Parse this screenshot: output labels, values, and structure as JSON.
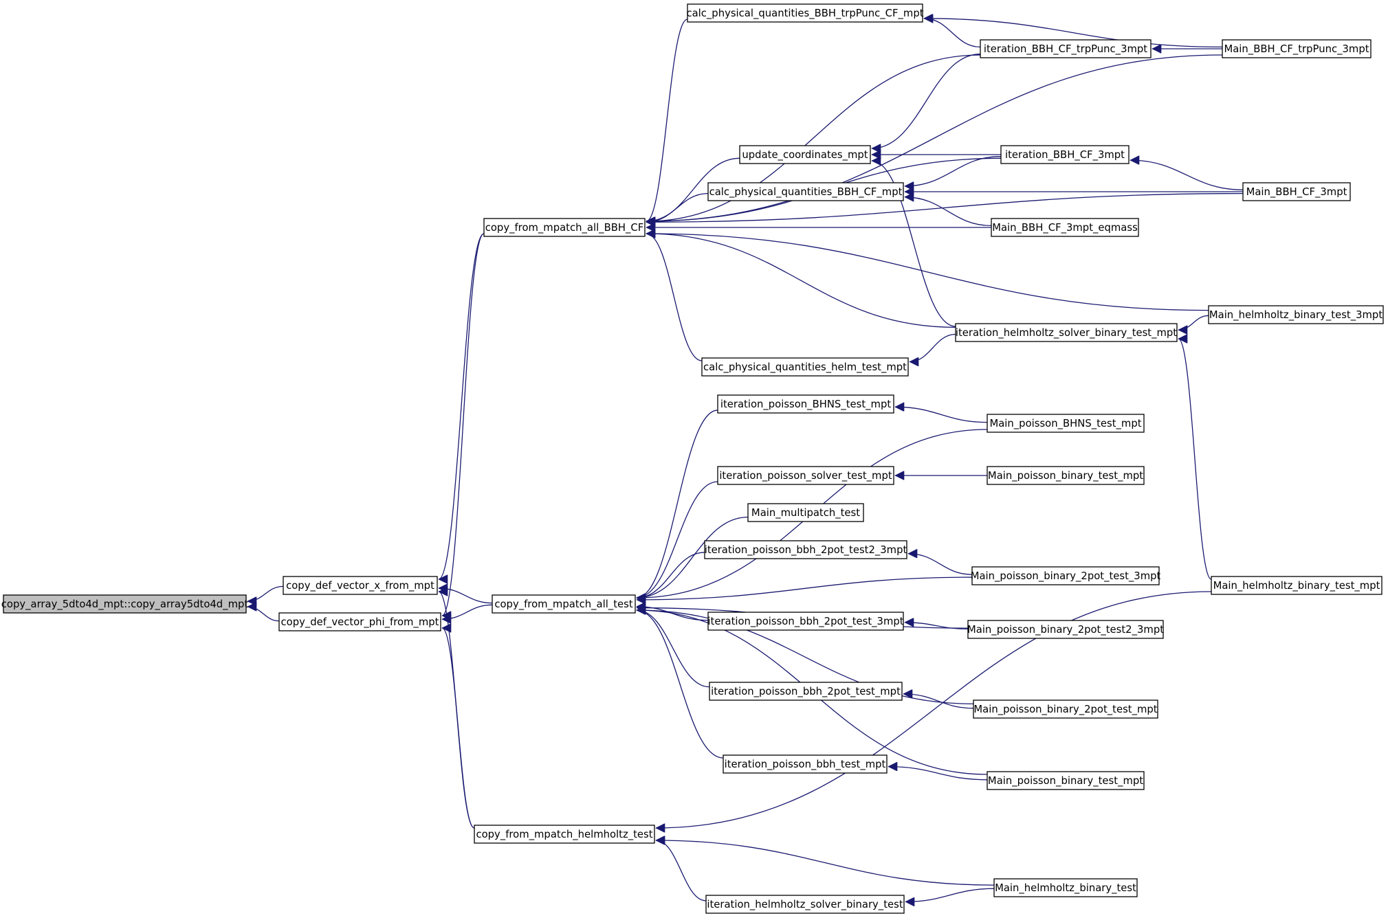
{
  "colors": {
    "edge": "#191970",
    "node_fill": "#ffffff",
    "node_border": "#000000",
    "root_fill": "#bfbfbf",
    "text": "#000000"
  },
  "nodes": [
    {
      "id": "root",
      "label": "copy_array_5dto4d_mpt::copy_array5dto4d_mpt",
      "root": true
    },
    {
      "id": "x_from",
      "label": "copy_def_vector_x_from_mpt"
    },
    {
      "id": "phi_from",
      "label": "copy_def_vector_phi_from_mpt"
    },
    {
      "id": "bbh_cf",
      "label": "copy_from_mpatch_all_BBH_CF"
    },
    {
      "id": "all_test",
      "label": "copy_from_mpatch_all_test"
    },
    {
      "id": "helm_test",
      "label": "copy_from_mpatch_helmholtz_test"
    },
    {
      "id": "calc_trp",
      "label": "calc_physical_quantities_BBH_trpPunc_CF_mpt"
    },
    {
      "id": "upd_coord",
      "label": "update_coordinates_mpt"
    },
    {
      "id": "calc_bbh",
      "label": "calc_physical_quantities_BBH_CF_mpt"
    },
    {
      "id": "calc_helm",
      "label": "calc_physical_quantities_helm_test_mpt"
    },
    {
      "id": "it_bhns",
      "label": "iteration_poisson_BHNS_test_mpt"
    },
    {
      "id": "it_solver",
      "label": "iteration_poisson_solver_test_mpt"
    },
    {
      "id": "main_multi",
      "label": "Main_multipatch_test"
    },
    {
      "id": "it_2pot2",
      "label": "iteration_poisson_bbh_2pot_test2_3mpt"
    },
    {
      "id": "it_2pot3",
      "label": "iteration_poisson_bbh_2pot_test_3mpt"
    },
    {
      "id": "it_2pot",
      "label": "iteration_poisson_bbh_2pot_test_mpt"
    },
    {
      "id": "it_bbh",
      "label": "iteration_poisson_bbh_test_mpt"
    },
    {
      "id": "it_helm_bin",
      "label": "iteration_helmholtz_solver_binary_test"
    },
    {
      "id": "it_trp",
      "label": "iteration_BBH_CF_trpPunc_3mpt"
    },
    {
      "id": "it_3mpt",
      "label": "iteration_BBH_CF_3mpt"
    },
    {
      "id": "main_eqmass",
      "label": "Main_BBH_CF_3mpt_eqmass"
    },
    {
      "id": "it_helm_mpt",
      "label": "iteration_helmholtz_solver_binary_test_mpt"
    },
    {
      "id": "main_bhns",
      "label": "Main_poisson_BHNS_test_mpt"
    },
    {
      "id": "main_pbin",
      "label": "Main_poisson_binary_test_mpt"
    },
    {
      "id": "main_2pot3",
      "label": "Main_poisson_binary_2pot_test_3mpt"
    },
    {
      "id": "main_2pot23",
      "label": "Main_poisson_binary_2pot_test2_3mpt"
    },
    {
      "id": "main_2pot",
      "label": "Main_poisson_binary_2pot_test_mpt"
    },
    {
      "id": "main_pbin2",
      "label": "Main_poisson_binary_test_mpt"
    },
    {
      "id": "main_helm_bin",
      "label": "Main_helmholtz_binary_test"
    },
    {
      "id": "main_trp",
      "label": "Main_BBH_CF_trpPunc_3mpt"
    },
    {
      "id": "main_3mpt",
      "label": "Main_BBH_CF_3mpt"
    },
    {
      "id": "main_helm3",
      "label": "Main_helmholtz_binary_test_3mpt"
    },
    {
      "id": "main_helm_mpt",
      "label": "Main_helmholtz_binary_test_mpt"
    }
  ],
  "edges": [
    [
      "root",
      "x_from"
    ],
    [
      "root",
      "phi_from"
    ],
    [
      "x_from",
      "bbh_cf"
    ],
    [
      "x_from",
      "all_test"
    ],
    [
      "x_from",
      "helm_test"
    ],
    [
      "phi_from",
      "bbh_cf"
    ],
    [
      "phi_from",
      "all_test"
    ],
    [
      "phi_from",
      "helm_test"
    ],
    [
      "bbh_cf",
      "calc_trp"
    ],
    [
      "bbh_cf",
      "it_trp"
    ],
    [
      "bbh_cf",
      "main_trp"
    ],
    [
      "bbh_cf",
      "it_3mpt"
    ],
    [
      "bbh_cf",
      "upd_coord"
    ],
    [
      "bbh_cf",
      "calc_bbh"
    ],
    [
      "bbh_cf",
      "main_eqmass"
    ],
    [
      "bbh_cf",
      "main_3mpt"
    ],
    [
      "bbh_cf",
      "main_helm3"
    ],
    [
      "bbh_cf",
      "it_helm_mpt"
    ],
    [
      "bbh_cf",
      "calc_helm"
    ],
    [
      "all_test",
      "it_bhns"
    ],
    [
      "all_test",
      "main_bhns"
    ],
    [
      "all_test",
      "it_solver"
    ],
    [
      "all_test",
      "main_multi"
    ],
    [
      "all_test",
      "it_2pot2"
    ],
    [
      "all_test",
      "main_2pot3"
    ],
    [
      "all_test",
      "it_2pot3"
    ],
    [
      "all_test",
      "main_2pot23"
    ],
    [
      "all_test",
      "it_2pot"
    ],
    [
      "all_test",
      "main_2pot"
    ],
    [
      "all_test",
      "it_bbh"
    ],
    [
      "all_test",
      "main_pbin2"
    ],
    [
      "helm_test",
      "main_helm_mpt"
    ],
    [
      "helm_test",
      "main_helm_bin"
    ],
    [
      "helm_test",
      "it_helm_bin"
    ],
    [
      "calc_trp",
      "it_trp"
    ],
    [
      "calc_trp",
      "main_trp"
    ],
    [
      "it_trp",
      "main_trp"
    ],
    [
      "upd_coord",
      "it_trp"
    ],
    [
      "upd_coord",
      "it_3mpt"
    ],
    [
      "upd_coord",
      "it_helm_mpt"
    ],
    [
      "calc_bbh",
      "it_3mpt"
    ],
    [
      "calc_bbh",
      "main_3mpt"
    ],
    [
      "calc_bbh",
      "main_eqmass"
    ],
    [
      "it_3mpt",
      "main_3mpt"
    ],
    [
      "calc_helm",
      "it_helm_mpt"
    ],
    [
      "it_helm_mpt",
      "main_helm3"
    ],
    [
      "it_helm_mpt",
      "main_helm_mpt"
    ],
    [
      "it_bhns",
      "main_bhns"
    ],
    [
      "it_solver",
      "main_pbin"
    ],
    [
      "it_2pot2",
      "main_2pot3"
    ],
    [
      "it_2pot3",
      "main_2pot23"
    ],
    [
      "it_2pot",
      "main_2pot"
    ],
    [
      "it_bbh",
      "main_pbin2"
    ],
    [
      "it_helm_bin",
      "main_helm_bin"
    ]
  ]
}
